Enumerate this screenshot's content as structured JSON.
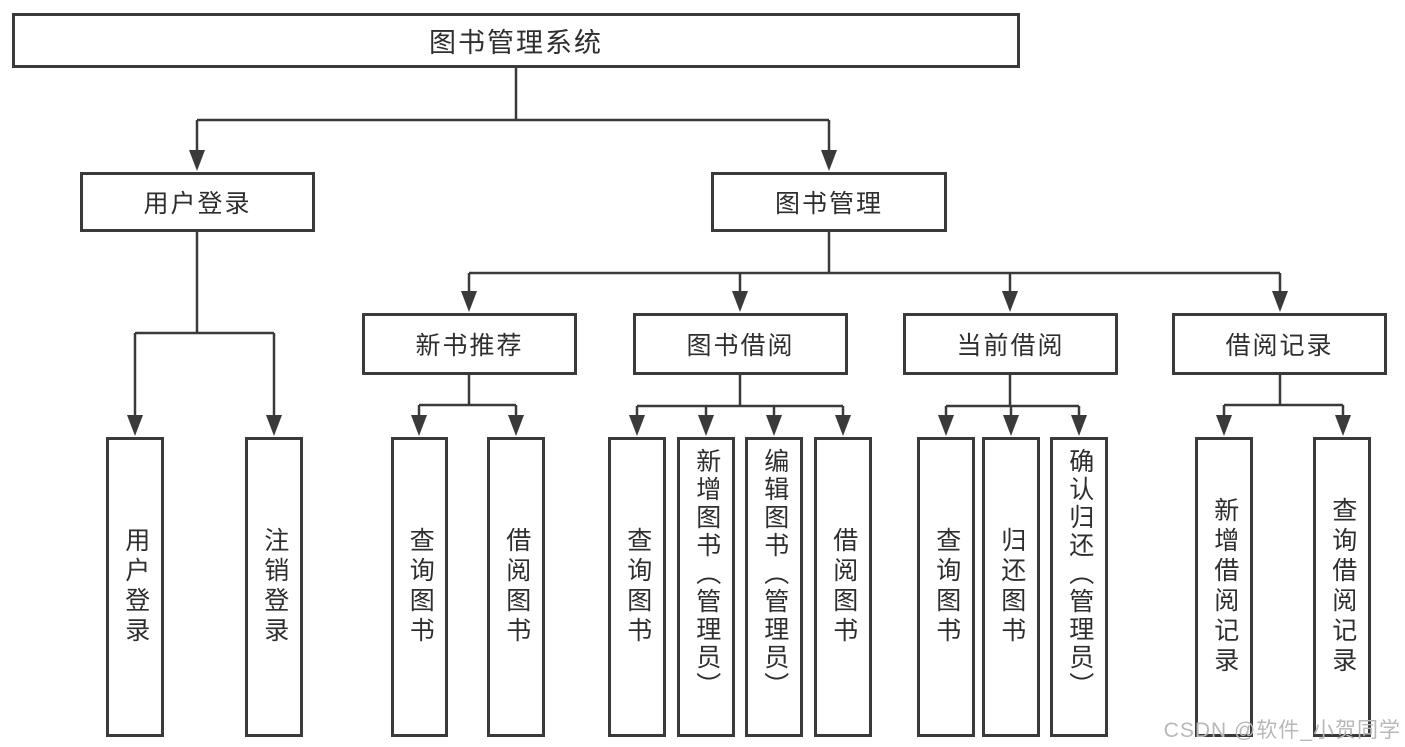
{
  "tree": {
    "label": "图书管理系统",
    "children": [
      {
        "label": "用户登录",
        "children": [
          {
            "label": "用户登录"
          },
          {
            "label": "注销登录"
          }
        ]
      },
      {
        "label": "图书管理",
        "children": [
          {
            "label": "新书推荐",
            "children": [
              {
                "label": "查询图书"
              },
              {
                "label": "借阅图书"
              }
            ]
          },
          {
            "label": "图书借阅",
            "children": [
              {
                "label": "查询图书"
              },
              {
                "label": "新增图书（管理员）"
              },
              {
                "label": "编辑图书（管理员）"
              },
              {
                "label": "借阅图书"
              }
            ]
          },
          {
            "label": "当前借阅",
            "children": [
              {
                "label": "查询图书"
              },
              {
                "label": "归还图书"
              },
              {
                "label": "确认归还（管理员）"
              }
            ]
          },
          {
            "label": "借阅记录",
            "children": [
              {
                "label": "新增借阅记录"
              },
              {
                "label": "查询借阅记录"
              }
            ]
          }
        ]
      }
    ]
  },
  "watermark": "CSDN @软件_小贺同学",
  "colors": {
    "line": "#3a3a3a",
    "text": "#2e2e2e",
    "watermark": "#b8b8b8",
    "background": "#ffffff"
  }
}
